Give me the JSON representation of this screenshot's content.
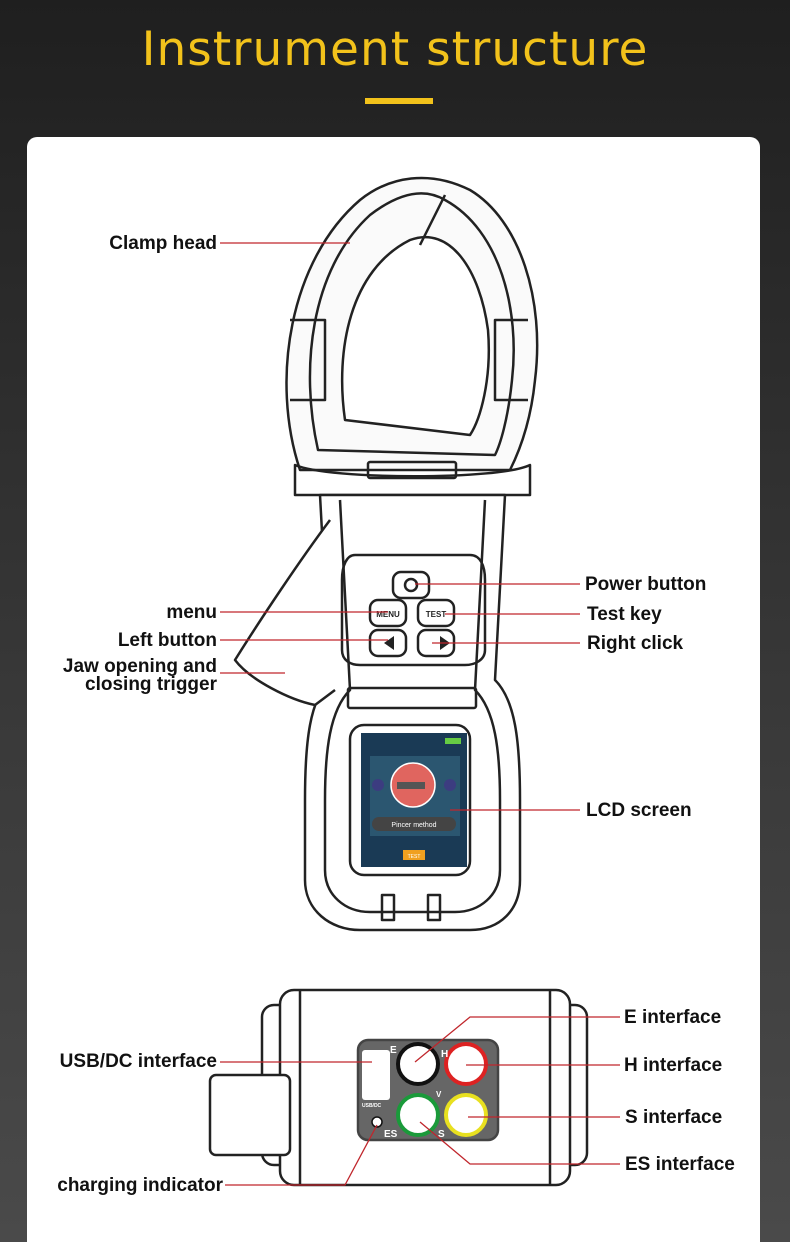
{
  "title": "Instrument structure",
  "accent": "#f2c21b",
  "leader_color": "#c0262c",
  "labels": {
    "clamp_head": "Clamp head",
    "menu": "menu",
    "left_button": "Left button",
    "jaw_trigger_1": "Jaw opening and",
    "jaw_trigger_2": "closing trigger",
    "power_button": "Power button",
    "test_key": "Test key",
    "right_click": "Right click",
    "lcd_screen": "LCD screen",
    "e_interface": "E interface",
    "h_interface": "H interface",
    "s_interface": "S interface",
    "es_interface": "ES interface",
    "usb_dc_interface": "USB/DC interface",
    "charging_indicator": "charging indicator"
  },
  "device": {
    "menu_key": "MENU",
    "test_key": "TEST",
    "screen_mode": "Pincer method",
    "screen_button": "TEST",
    "port_e": "E",
    "port_h": "H",
    "port_s": "S",
    "port_es": "ES",
    "port_usb": "USB/DC",
    "port_v": "V"
  }
}
